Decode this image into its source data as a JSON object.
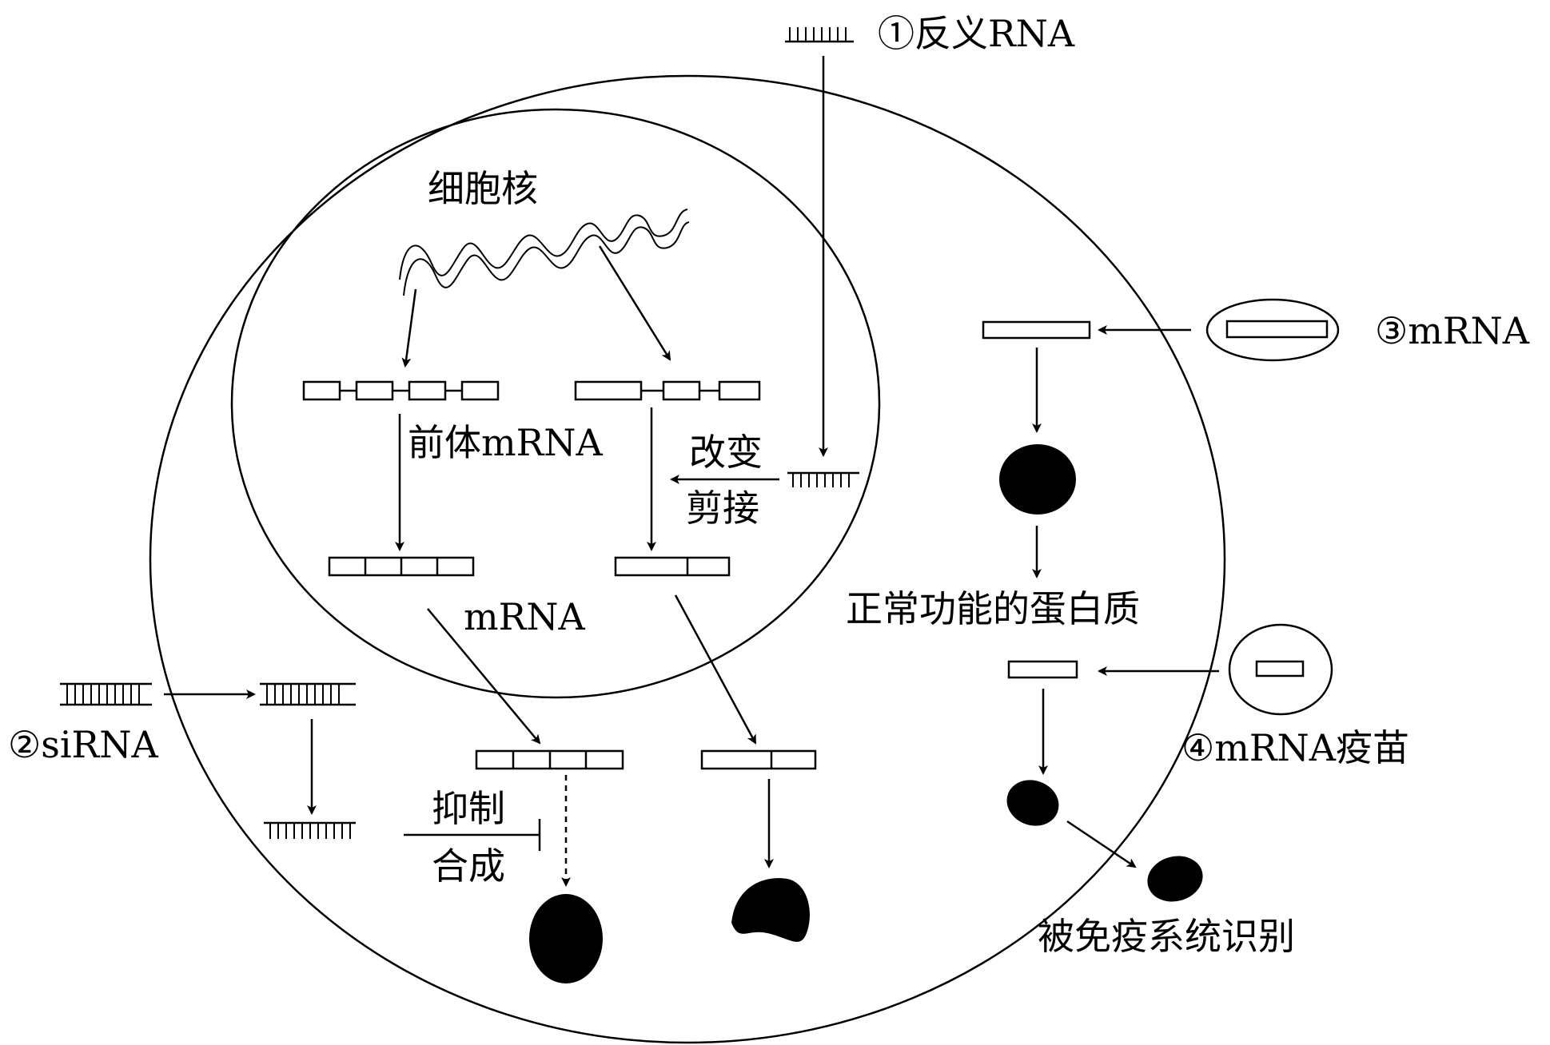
{
  "labels": {
    "antisense": "①反义RNA",
    "nucleus": "细胞核",
    "pre_mrna": "前体mRNA",
    "change": "改变",
    "splicing": "剪接",
    "mrna_nucleus": "mRNA",
    "normal_protein": "正常功能的蛋白质",
    "mrna3": "③mRNA",
    "sirna": "②siRNA",
    "inhibit": "抑制",
    "synthesis": "合成",
    "vaccine": "④mRNA疫苗",
    "immune_recognized": "被免疫系统识别"
  }
}
